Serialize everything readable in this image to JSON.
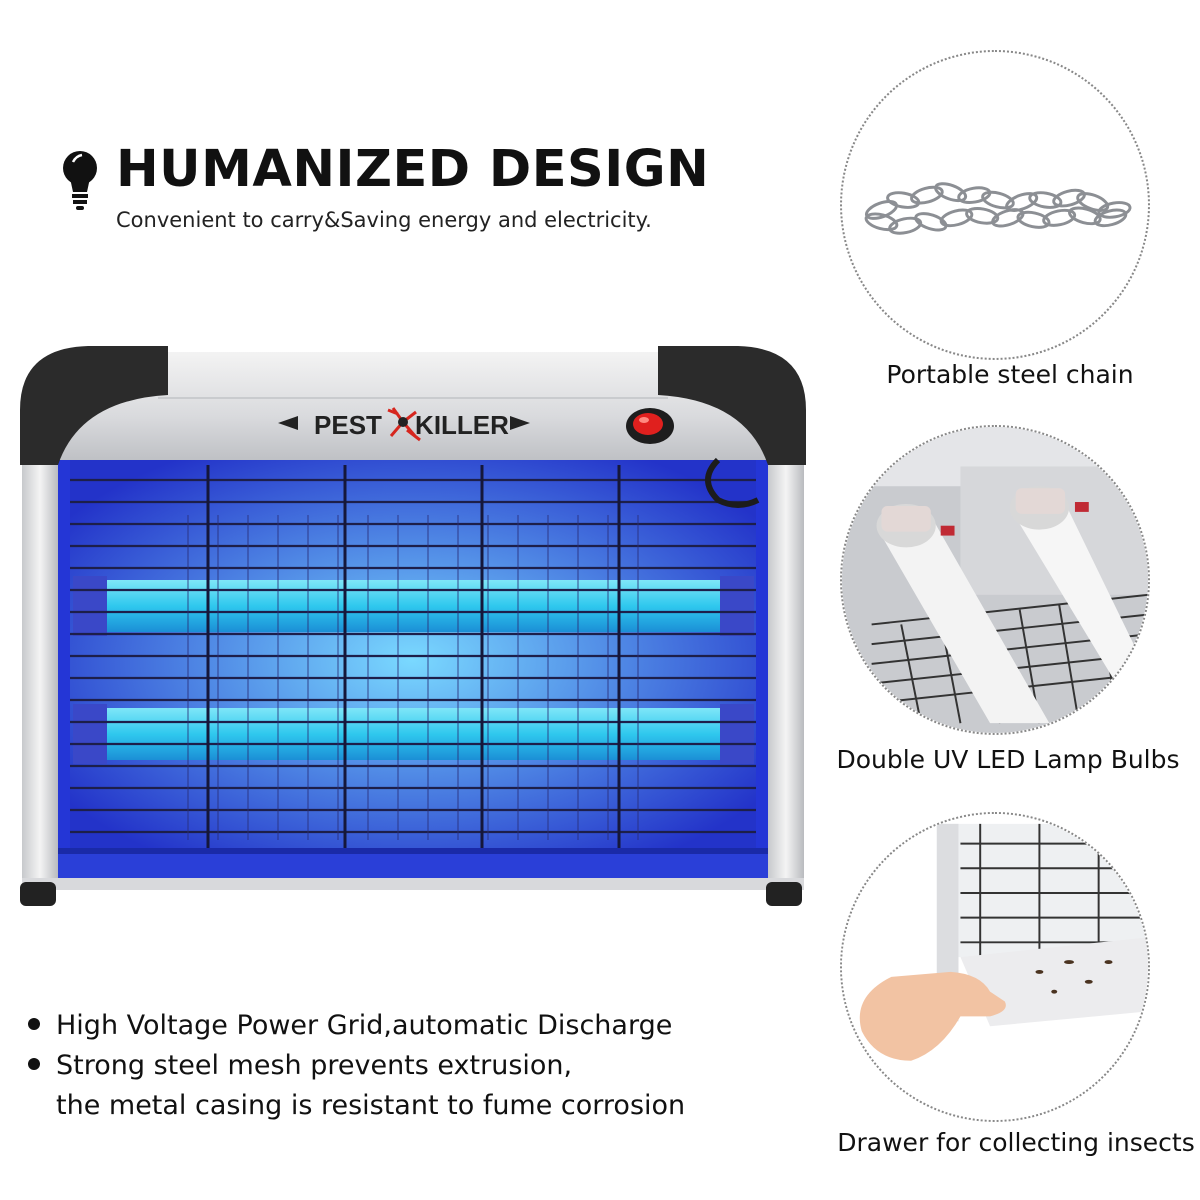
{
  "header": {
    "title": "HUMANIZED DESIGN",
    "subtitle": "Convenient to carry&Saving energy and electricity."
  },
  "device": {
    "brand_left": "PEST",
    "brand_right": "KILLER"
  },
  "bullets": [
    "High Voltage Power Grid,automatic Discharge",
    "Strong steel mesh prevents extrusion,",
    "the metal casing is resistant to fume corrosion"
  ],
  "features": [
    {
      "caption": "Portable steel chain"
    },
    {
      "caption": "Double UV LED Lamp Bulbs"
    },
    {
      "caption": "Drawer for collecting insects"
    }
  ],
  "colors": {
    "uv_blue": "#2a3fd8",
    "tube_cyan": "#33d1f0",
    "handle_black": "#2b2b2b",
    "switch_red": "#e0201e"
  }
}
